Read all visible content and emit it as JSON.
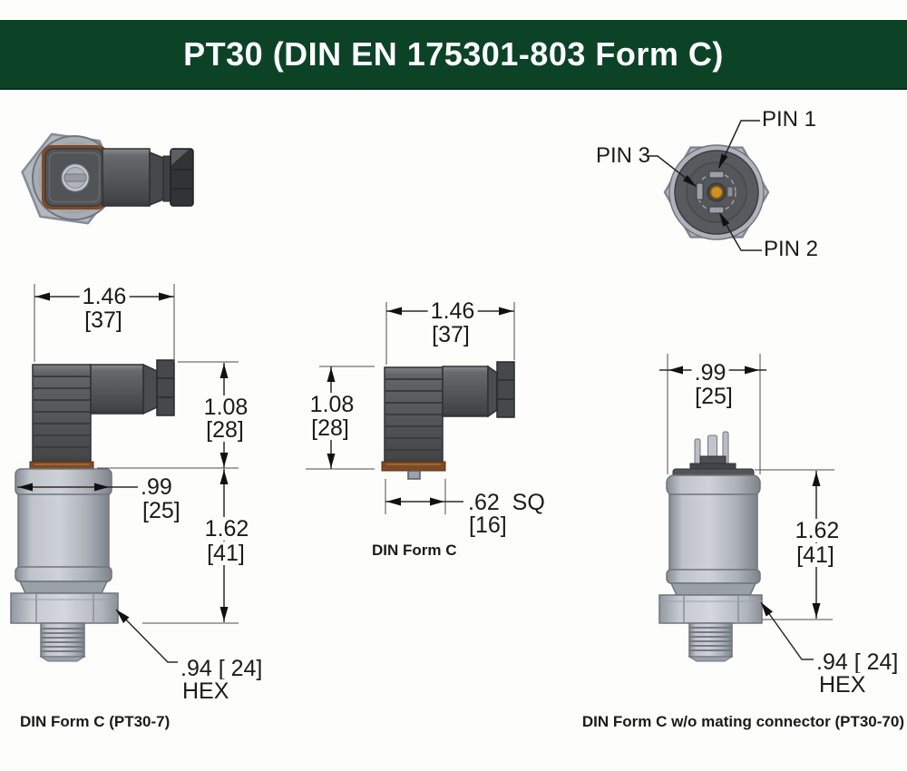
{
  "header": {
    "title": "PT30 (DIN EN 175301-803 Form C)"
  },
  "pin_labels": {
    "pin1": "PIN 1",
    "pin2": "PIN 2",
    "pin3": "PIN 3"
  },
  "left_view": {
    "caption": "DIN Form C (PT30-7)",
    "dim_width": "1.46",
    "dim_width_mm": "[37]",
    "dim_conn_height": "1.08",
    "dim_conn_height_mm": "[28]",
    "dim_body_dia": ".99",
    "dim_body_dia_mm": "[25]",
    "dim_body_height": "1.62",
    "dim_body_height_mm": "[41]",
    "dim_hex": ".94 [ 24]",
    "dim_hex_suffix": "HEX"
  },
  "center_view": {
    "caption": "DIN Form C",
    "dim_width": "1.46",
    "dim_width_mm": "[37]",
    "dim_height": "1.08",
    "dim_height_mm": "[28]",
    "dim_square": ".62  SQ",
    "dim_square_mm": "[16]"
  },
  "right_view": {
    "caption": "DIN Form C w/o mating connector (PT30-70)",
    "dim_body_dia": ".99",
    "dim_body_dia_mm": "[25]",
    "dim_body_height": "1.62",
    "dim_body_height_mm": "[41]",
    "dim_hex": ".94 [ 24]",
    "dim_hex_suffix": "HEX"
  },
  "colors": {
    "header_green": "#0c4327",
    "connector_gray": "#55565a",
    "body_gray": "#b3b8c0",
    "gasket_brown": "#7d4b26",
    "pin_center_orange": "#d0901e",
    "line": "#2a2a2a"
  }
}
